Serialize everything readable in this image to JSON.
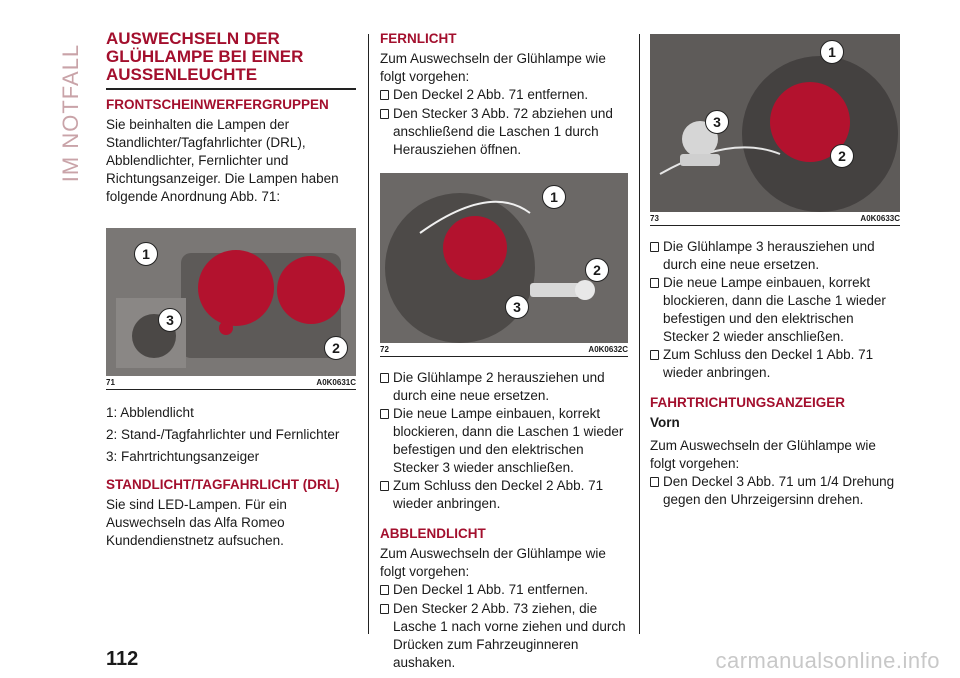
{
  "side_tab": "IM NOTFALL",
  "page_number": "112",
  "watermark": "carmanualsonline.info",
  "col1": {
    "title": "AUSWECHSELN DER GLÜHLAMPE BEI EINER AUSSENLEUCHTE",
    "section1_heading": "FRONTSCHEINWERFERGRUPPEN",
    "section1_text": "Sie beinhalten die Lampen der Standlichter/Tagfahrlichter (DRL), Abblendlichter, Fernlichter und Richtungsanzeiger. Die Lampen haben folgende Anordnung Abb. 71:",
    "fig71": {
      "number": "71",
      "code": "A0K0631C",
      "callouts": [
        "1",
        "2",
        "3"
      ]
    },
    "legend": [
      "1: Abblendlicht",
      "2: Stand-/Tagfahrlichter und Fernlichter",
      "3: Fahrtrichtungsanzeiger"
    ],
    "section2_heading": "STANDLICHT/TAGFAHRLICHT (DRL)",
    "section2_text": "Sie sind LED-Lampen. Für ein Auswechseln das Alfa Romeo Kundendienstnetz aufsuchen."
  },
  "col2": {
    "heading1": "FERNLICHT",
    "intro1": "Zum Auswechseln der Glühlampe wie folgt vorgehen:",
    "steps1": [
      "Den Deckel 2 Abb. 71 entfernen.",
      "Den Stecker 3 Abb. 72 abziehen und anschließend die Laschen 1 durch Herausziehen öffnen."
    ],
    "fig72": {
      "number": "72",
      "code": "A0K0632C",
      "callouts": [
        "1",
        "2",
        "3"
      ]
    },
    "steps2": [
      "Die Glühlampe 2 herausziehen und durch eine neue ersetzen.",
      "Die neue Lampe einbauen, korrekt blockieren, dann die Laschen 1 wieder befestigen und den elektrischen Stecker 3 wieder anschließen.",
      "Zum Schluss den Deckel 2 Abb. 71 wieder anbringen."
    ],
    "heading2": "ABBLENDLICHT",
    "intro2": "Zum Auswechseln der Glühlampe wie folgt vorgehen:",
    "steps3": [
      "Den Deckel 1 Abb. 71 entfernen.",
      "Den Stecker 2 Abb. 73 ziehen, die Lasche 1 nach vorne ziehen und durch Drücken zum Fahrzeuginneren aushaken."
    ]
  },
  "col3": {
    "fig73": {
      "number": "73",
      "code": "A0K0633C",
      "callouts": [
        "1",
        "2",
        "3"
      ]
    },
    "steps1": [
      "Die Glühlampe 3 herausziehen und durch eine neue ersetzen.",
      "Die neue Lampe einbauen, korrekt blockieren, dann die Lasche 1 wieder befestigen und den elektrischen Stecker 2 wieder anschließen.",
      "Zum Schluss den Deckel 1 Abb. 71 wieder anbringen."
    ],
    "heading": "FAHRTRICHTUNGSANZEIGER",
    "subheading": "Vorn",
    "intro": "Zum Auswechseln der Glühlampe wie folgt vorgehen:",
    "steps2": [
      "Den Deckel 3 Abb. 71 um 1/4 Drehung gegen den Uhrzeigersinn drehen."
    ]
  },
  "colors": {
    "accent": "#a30f2d",
    "side_tab": "#c9a3a8"
  }
}
